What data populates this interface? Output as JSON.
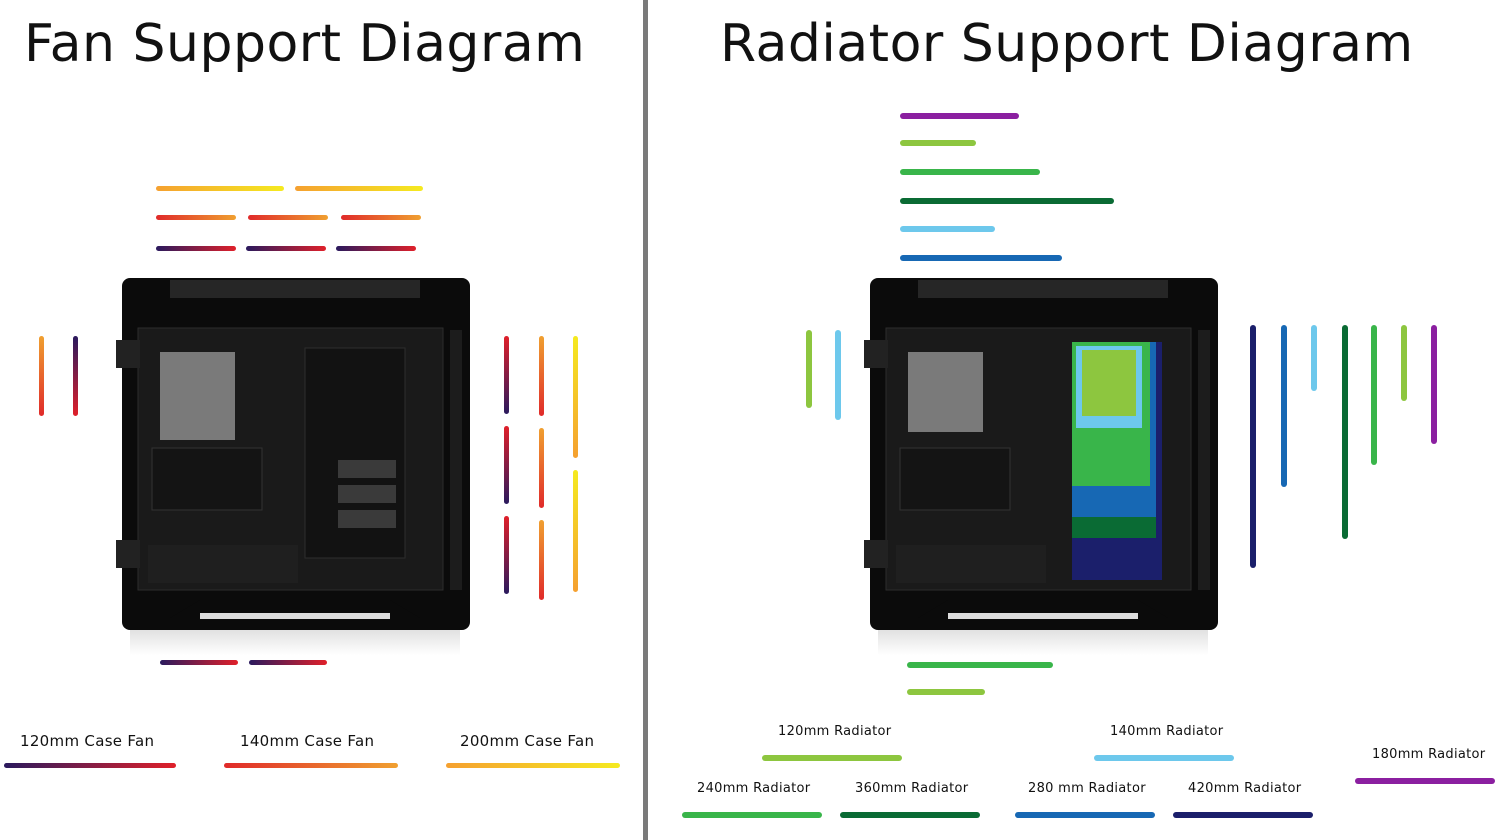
{
  "left_title": "Fan Support Diagram",
  "right_title": "Radiator Support Diagram",
  "fan_legend": {
    "fan120": "120mm Case Fan",
    "fan140": "140mm Case Fan",
    "fan200": "200mm Case Fan"
  },
  "radiator_legend": {
    "rad120": "120mm Radiator",
    "rad140": "140mm Radiator",
    "rad180": "180mm Radiator",
    "rad240": "240mm Radiator",
    "rad360": "360mm Radiator",
    "rad280": "280 mm Radiator",
    "rad420": "420mm Radiator"
  },
  "colors": {
    "divider": "#7a7a7a",
    "fan120_gradient": [
      "#2a1a5e",
      "#e0202a"
    ],
    "fan140_gradient": [
      "#e02a2a",
      "#f0a030"
    ],
    "fan200_gradient": [
      "#f5a030",
      "#f5ea20"
    ],
    "rad120": "#8dc63f",
    "rad140": "#6dc8ec",
    "rad180": "#8b1fa0",
    "rad240": "#39b54a",
    "rad360": "#0a6b34",
    "rad280": "#1768b4",
    "rad420": "#1b1f6b"
  }
}
